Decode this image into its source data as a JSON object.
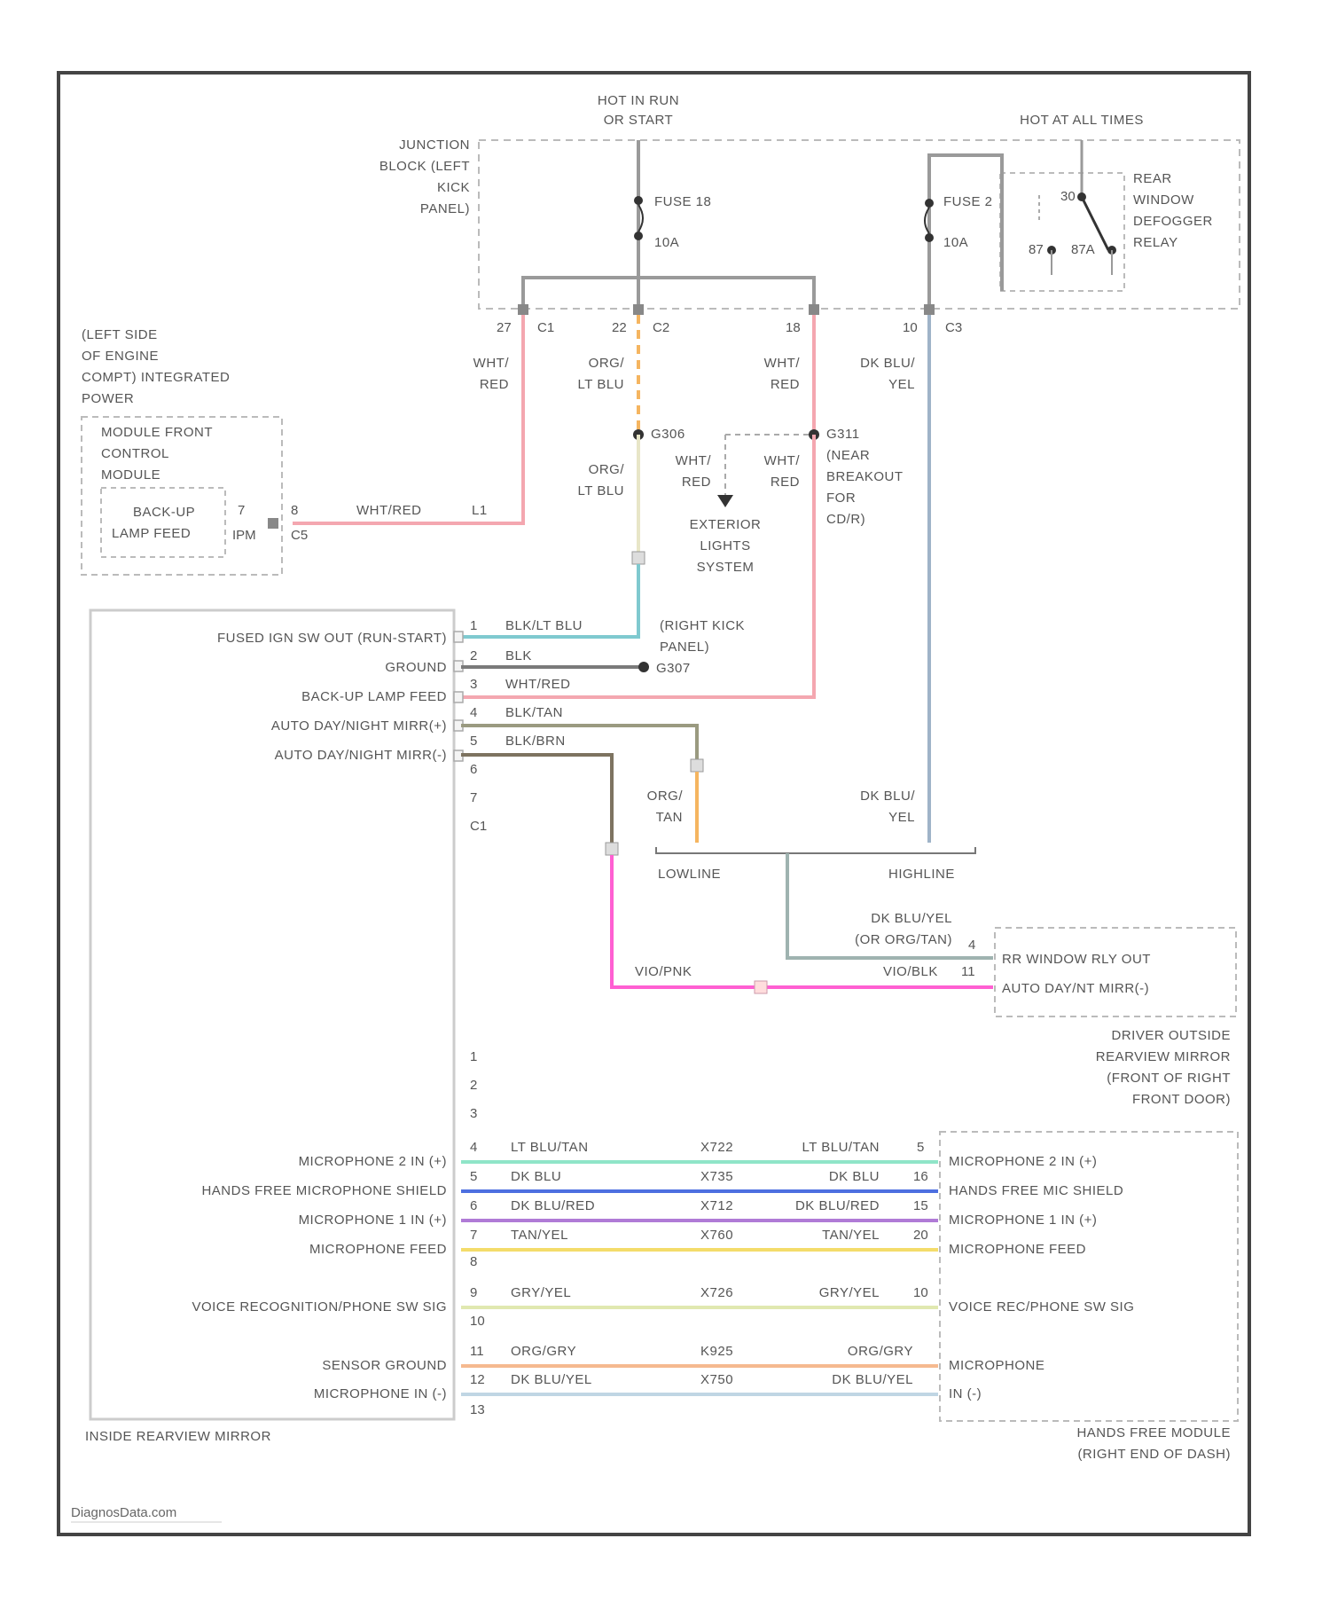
{
  "colors": {
    "frame": "#444444",
    "pink": "#f4a7b0",
    "orange": "#f5b560",
    "cyan": "#7fc9cf",
    "gray": "#9a9a9a",
    "magenta": "#ff5fd2",
    "blue_gray": "#9fb3c8",
    "mint": "#8fe5c8",
    "blue": "#4d6fe0",
    "violet": "#b07bd6",
    "yellow": "#f4dc6a",
    "pale_yellow": "#e0e8b0",
    "peach": "#f5b98f",
    "pale_blue": "#c0d6e4"
  },
  "header": {
    "hot_run": [
      "HOT IN RUN",
      "OR START"
    ],
    "hot_all": "HOT AT ALL TIMES"
  },
  "junction_block": {
    "title": [
      "JUNCTION",
      "BLOCK (LEFT",
      "KICK",
      "PANEL)"
    ],
    "fuse1_name": "FUSE 18",
    "fuse1_rating": "10A",
    "fuse2_name": "FUSE 2",
    "fuse2_rating": "10A",
    "relay": [
      "REAR",
      "WINDOW",
      "DEFOGGER",
      "RELAY"
    ],
    "relay_pins": [
      "30",
      "87",
      "87A"
    ],
    "pins": [
      {
        "num": "27",
        "conn": "C1"
      },
      {
        "num": "22",
        "conn": "C2"
      },
      {
        "num": "18",
        "conn": ""
      },
      {
        "num": "10",
        "conn": "C3"
      }
    ]
  },
  "wires_upper": {
    "w1": [
      "WHT/",
      "RED"
    ],
    "w2": [
      "ORG/",
      "LT BLU"
    ],
    "w3": [
      "WHT/",
      "RED"
    ],
    "w4": [
      "DK BLU/",
      "YEL"
    ],
    "w2b": [
      "ORG/",
      "LT BLU"
    ],
    "s1": "G306",
    "s2": "G311",
    "s2_label": [
      "(NEAR",
      "BREAKOUT",
      "FOR",
      "CD/R)"
    ],
    "ext_wht1": [
      "WHT/",
      "RED"
    ],
    "ext_wht2": [
      "WHT/",
      "RED"
    ],
    "exterior": [
      "EXTERIOR",
      "LIGHTS",
      "SYSTEM"
    ]
  },
  "left_engine": {
    "title": [
      "(LEFT SIDE",
      "OF ENGINE",
      "COMPT) INTEGRATED",
      "POWER"
    ],
    "module": [
      "MODULE FRONT",
      "CONTROL",
      "MODULE"
    ],
    "feed": [
      "BACK-UP",
      "LAMP FEED"
    ],
    "pin_in": "7",
    "conn_in": "IPM",
    "pin_out": "8",
    "conn_out": "C5",
    "wire": "WHT/RED",
    "circuit": "L1"
  },
  "mirror": {
    "labels": [
      "FUSED IGN SW OUT (RUN-START)",
      "GROUND",
      "BACK-UP LAMP FEED",
      "AUTO DAY/NIGHT MIRR(+)",
      "AUTO DAY/NIGHT MIRR(-)"
    ],
    "pins_top": [
      "1",
      "2",
      "3",
      "4",
      "5",
      "6",
      "7"
    ],
    "conn_top": "C1",
    "wires_top": [
      "BLK/LT BLU",
      "BLK",
      "WHT/RED",
      "BLK/TAN",
      "BLK/BRN"
    ],
    "kick_note": [
      "(RIGHT KICK",
      "PANEL)"
    ],
    "ground": "G307",
    "caption": "INSIDE REARVIEW MIRROR",
    "mic_labels": [
      "MICROPHONE 2 IN (+)",
      "HANDS FREE MICROPHONE SHIELD",
      "MICROPHONE 1 IN (+)",
      "MICROPHONE FEED",
      "VOICE RECOGNITION/PHONE SW SIG",
      "SENSOR GROUND",
      "MICROPHONE IN (-)"
    ],
    "pins_bottom": [
      "1",
      "2",
      "3",
      "4",
      "5",
      "6",
      "7",
      "8",
      "9",
      "10",
      "11",
      "12",
      "13"
    ]
  },
  "mid_wires": {
    "org_tan": [
      "ORG/",
      "TAN"
    ],
    "dk_blu_yel": [
      "DK BLU/",
      "YEL"
    ],
    "lowline": "LOWLINE",
    "highline": "HIGHLINE",
    "mix": [
      "DK BLU/YEL",
      "(OR ORG/TAN)"
    ],
    "vio_pnk": "VIO/PNK",
    "vio_blk": "VIO/BLK",
    "pin_a": "4",
    "pin_b": "11"
  },
  "driver_mirror": {
    "labels": [
      "RR WINDOW RLY OUT",
      "AUTO DAY/NT MIRR(-)"
    ],
    "caption": [
      "DRIVER OUTSIDE",
      "REARVIEW MIRROR",
      "(FRONT OF RIGHT",
      "FRONT DOOR)"
    ]
  },
  "mic_rows": [
    {
      "pin_l": "4",
      "wire_l": "LT BLU/TAN",
      "circuit": "X722",
      "wire_r": "LT BLU/TAN",
      "pin_r": "5",
      "label_r": "MICROPHONE 2 IN (+)"
    },
    {
      "pin_l": "5",
      "wire_l": "DK BLU",
      "circuit": "X735",
      "wire_r": "DK BLU",
      "pin_r": "16",
      "label_r": "HANDS FREE MIC SHIELD"
    },
    {
      "pin_l": "6",
      "wire_l": "DK BLU/RED",
      "circuit": "X712",
      "wire_r": "DK BLU/RED",
      "pin_r": "15",
      "label_r": "MICROPHONE 1 IN (+)"
    },
    {
      "pin_l": "7",
      "wire_l": "TAN/YEL",
      "circuit": "X760",
      "wire_r": "TAN/YEL",
      "pin_r": "20",
      "label_r": "MICROPHONE FEED"
    },
    {
      "pin_l": "9",
      "wire_l": "GRY/YEL",
      "circuit": "X726",
      "wire_r": "GRY/YEL",
      "pin_r": "10",
      "label_r": "VOICE REC/PHONE SW SIG"
    },
    {
      "pin_l": "11",
      "wire_l": "ORG/GRY",
      "circuit": "K925",
      "wire_r": "ORG/GRY",
      "pin_r": "",
      "label_r": "MICROPHONE"
    },
    {
      "pin_l": "12",
      "wire_l": "DK BLU/YEL",
      "circuit": "X750",
      "wire_r": "DK BLU/YEL",
      "pin_r": "",
      "label_r": "IN (-)"
    }
  ],
  "hands_free": {
    "caption": [
      "HANDS FREE MODULE",
      "(RIGHT END OF DASH)"
    ]
  },
  "footer": "DiagnosData.com"
}
